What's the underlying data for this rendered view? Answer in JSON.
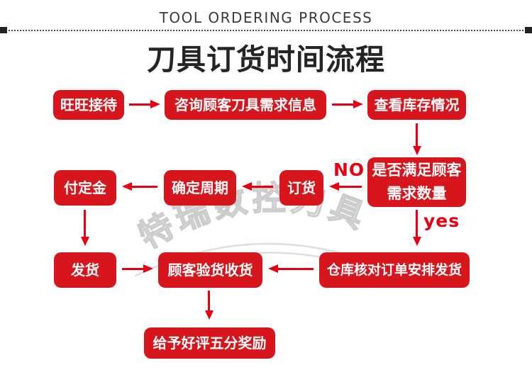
{
  "header": {
    "eyebrow": "TOOL ORDERING PROCESS",
    "title": "刀具订货时间流程"
  },
  "flow": {
    "nodes": {
      "reception": {
        "label": "旺旺接待"
      },
      "inquiry": {
        "label": "咨询顾客刀具需求信息"
      },
      "check_stock": {
        "label": "查看库存情况"
      },
      "decision": {
        "line1": "是否满足顾客",
        "line2": "需求数量"
      },
      "order": {
        "label": "订货"
      },
      "confirm_cycle": {
        "label": "确定周期"
      },
      "pay_deposit": {
        "label": "付定金"
      },
      "ship": {
        "label": "发货"
      },
      "customer_inspect": {
        "label": "顾客验货收货"
      },
      "warehouse_ship": {
        "label": "仓库核对订单安排发货"
      },
      "good_review": {
        "label": "给予好评五分奖励"
      }
    },
    "edge_labels": {
      "no": "NO",
      "yes": "yes"
    }
  },
  "watermark": {
    "text": "特瑞数控刀具"
  },
  "colors": {
    "box_red": "#d6151c",
    "arrow_red": "#e60012",
    "title_black": "#242424"
  }
}
